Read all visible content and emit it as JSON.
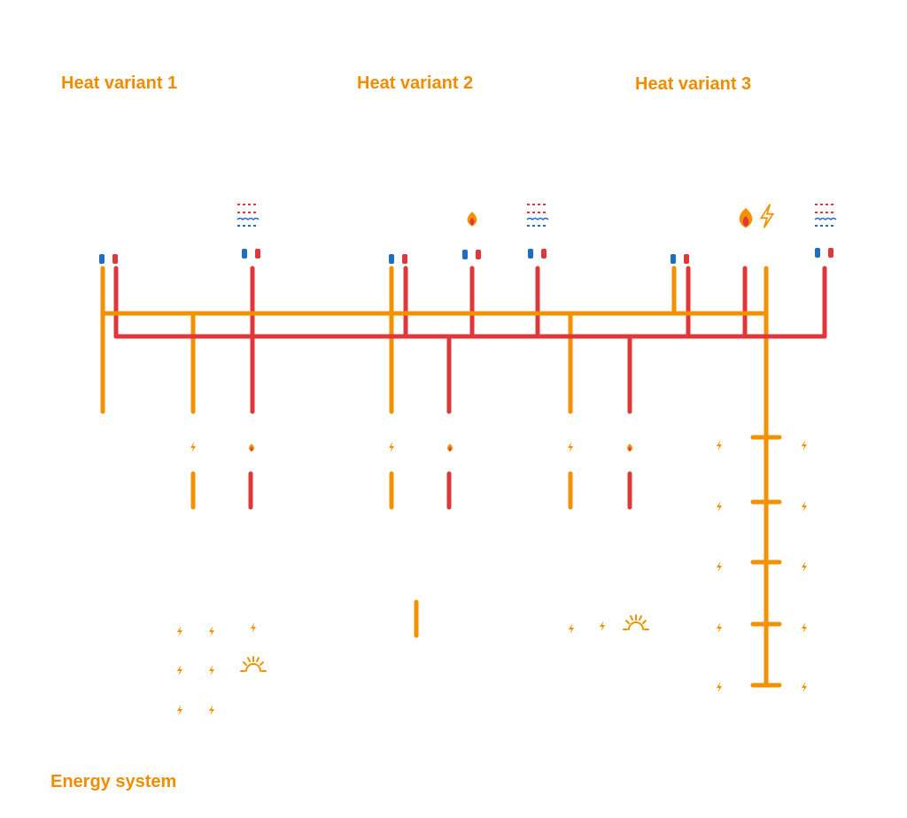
{
  "headings": {
    "variant1": "Heat variant 1",
    "variant2": "Heat variant 2",
    "variant3": "Heat variant 3",
    "energy_system": "Energy system"
  },
  "colors": {
    "heading": "#F08C00",
    "electricity_line": "#F39200",
    "heat_line": "#E0373A",
    "cold_marker": "#1F6EC0",
    "hot_marker": "#E0373A",
    "flame_outer": "#F39200",
    "flame_inner": "#E0373A"
  },
  "icons": [
    "electricity-bolt-icon",
    "flame-icon",
    "sun-icon",
    "heat-exchanger-icon",
    "cold-supply-marker-icon",
    "hot-supply-marker-icon"
  ]
}
